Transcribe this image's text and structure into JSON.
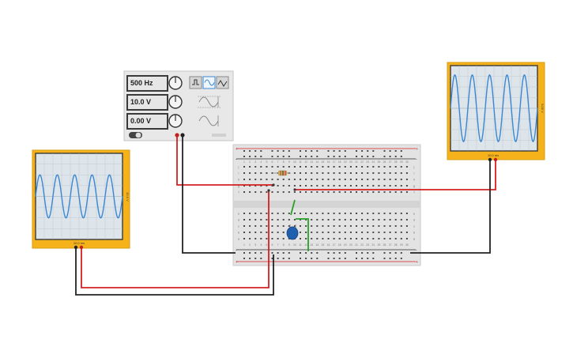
{
  "function_generator": {
    "frequency": "500 Hz",
    "amplitude": "10.0 V",
    "dc_offset": "0.00 V",
    "waveforms": [
      "square-wave-icon",
      "sine-wave-icon",
      "triangle-wave-icon"
    ],
    "selected_waveform": "sine"
  },
  "oscilloscope_left": {
    "time_label": "10.0 ms",
    "volts_label": "20.0 V"
  },
  "oscilloscope_right": {
    "time_label": "10.0 ms",
    "volts_label": "5.00 V"
  },
  "breadboard": {
    "column_numbers": [
      "1",
      "2",
      "3",
      "4",
      "5",
      "6",
      "7",
      "8",
      "9",
      "10",
      "11",
      "12",
      "13",
      "14",
      "15",
      "16",
      "17",
      "18",
      "19",
      "20",
      "21",
      "22",
      "23",
      "24",
      "25",
      "26",
      "27",
      "28",
      "29",
      "30"
    ],
    "row_letters_top": [
      "j",
      "i",
      "h",
      "g",
      "f"
    ],
    "row_letters_bottom": [
      "e",
      "d",
      "c",
      "b",
      "a"
    ]
  },
  "colors": {
    "oscilloscope_frame": "#f5b21b",
    "trace": "#3a87d4",
    "wire_red": "#d42020",
    "wire_black": "#222222",
    "wire_green": "#2aa02a",
    "capacitor": "#1f5fb0",
    "resistor": "#d8b26a"
  }
}
